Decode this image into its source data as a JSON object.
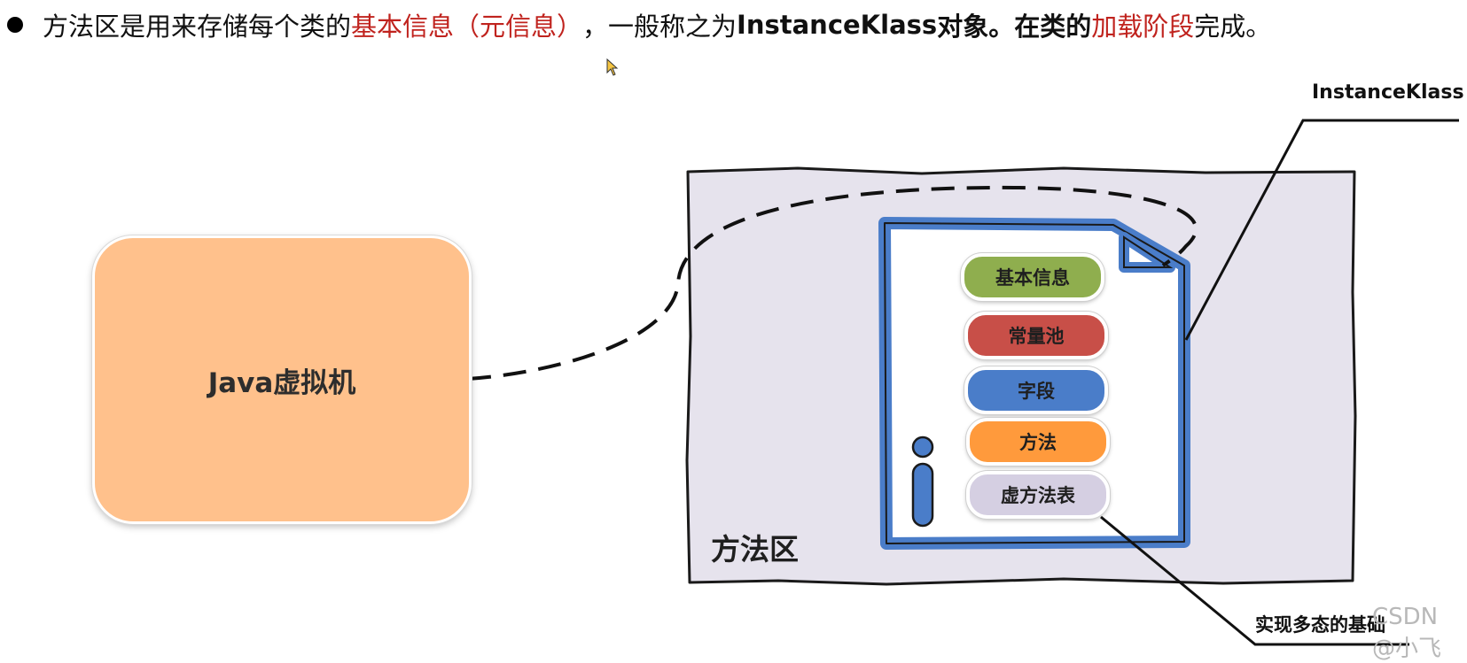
{
  "header": {
    "part1": "方法区是用来存储每个类的",
    "highlight1": "基本信息（元信息）",
    "part2": "，一般称之为",
    "bold_term": "InstanceKlass",
    "part3": "对象。在类的",
    "highlight2": "加载阶段",
    "part4": "完成。"
  },
  "diagram": {
    "jvm_label": "Java虚拟机",
    "method_area_label": "方法区",
    "instance_klass_label": "InstanceKlass",
    "fields": [
      "基本信息",
      "常量池",
      "字段",
      "方法",
      "虚方法表"
    ],
    "polymorphism_label": "实现多态的基础",
    "watermark": "CSDN @小飞"
  },
  "colors": {
    "highlight": "#c0231e",
    "jvm_box": "#ffc18c",
    "method_area_bg": "#e6e3ed",
    "file_border": "#4a7dc9",
    "basic_info": "#8fae4e",
    "constant_pool": "#c84f48",
    "field": "#4a7dc9",
    "method": "#ff9a3c",
    "vtable": "#d5cfe2"
  },
  "icons": {
    "bullet": "bullet-dot-icon",
    "cursor": "mouse-cursor-icon",
    "info": "info-i-icon",
    "file": "document-file-icon"
  }
}
